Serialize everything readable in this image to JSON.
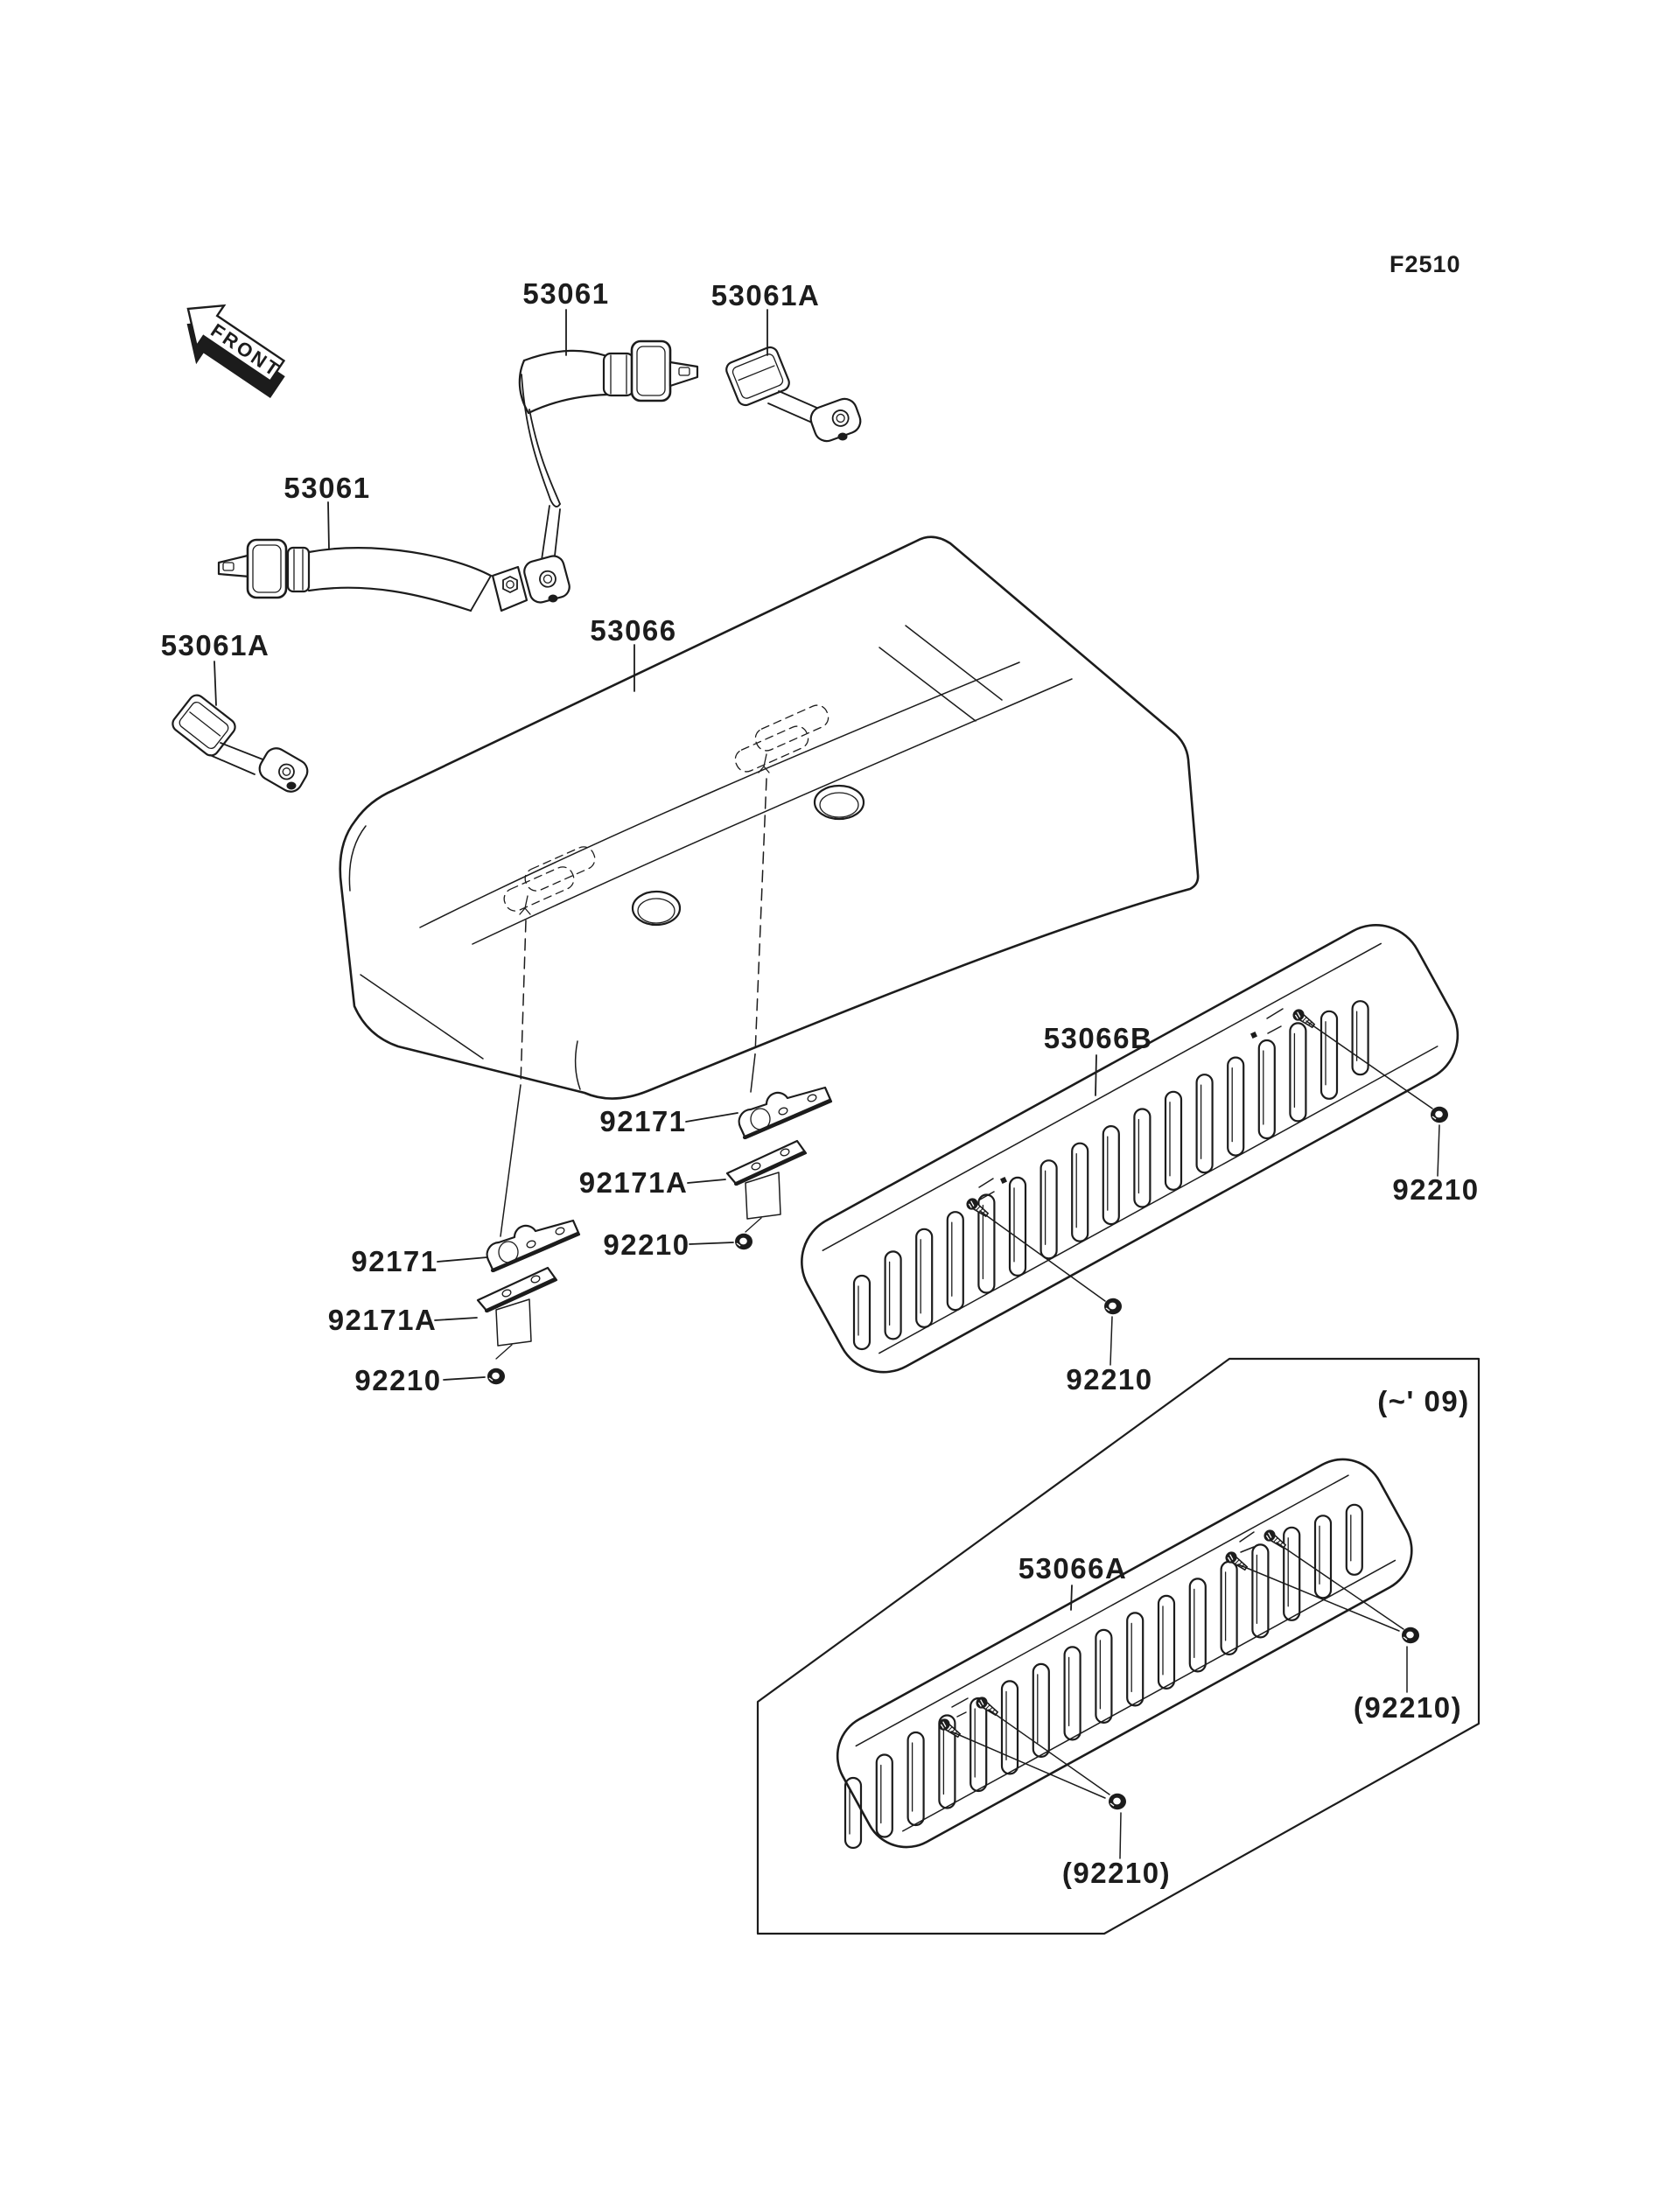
{
  "figure_code": "F2510",
  "front_arrow": {
    "label": "FRONT"
  },
  "callouts": {
    "belt_top": {
      "text": "53061"
    },
    "buckle_top_right": {
      "text": "53061A"
    },
    "belt_left": {
      "text": "53061"
    },
    "buckle_left": {
      "text": "53061A"
    },
    "seat": {
      "text": "53066"
    },
    "bracket_right": {
      "text": "92171"
    },
    "bracket_l_right": {
      "text": "92171A"
    },
    "nut_right": {
      "text": "92210"
    },
    "bracket_left": {
      "text": "92171"
    },
    "bracket_l_left": {
      "text": "92171A"
    },
    "nut_left": {
      "text": "92210"
    },
    "panel_b": {
      "text": "53066B"
    },
    "panel_b_nut_right": {
      "text": "92210"
    },
    "panel_b_nut_bottom": {
      "text": "92210"
    },
    "model_note": {
      "text": "(~' 09)"
    },
    "panel_a": {
      "text": "53066A"
    },
    "panel_a_nut_right": {
      "text": "(92210)"
    },
    "panel_a_nut_bottom": {
      "text": "(92210)"
    }
  },
  "panels": {
    "panel_b": {
      "part": "53066B",
      "slot_count": 17
    },
    "panel_a": {
      "part": "53066A",
      "slot_count": 17
    }
  },
  "colors": {
    "ink": "#1c1c1c",
    "paper": "#ffffff"
  }
}
